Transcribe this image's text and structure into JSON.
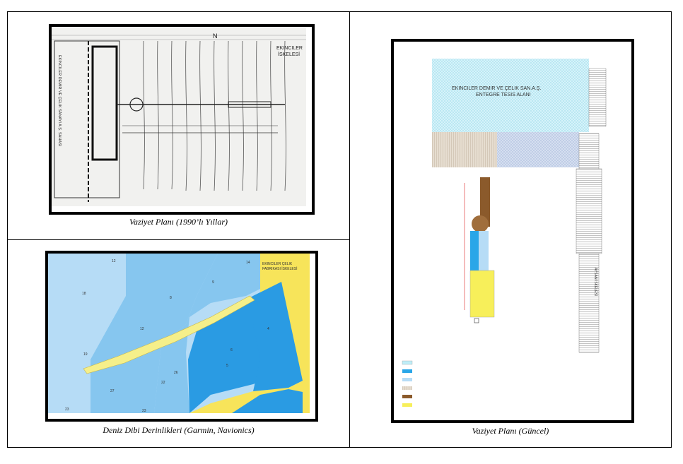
{
  "captions": {
    "old_plan": "Vaziyet Planı (1990’lı Yıllar)",
    "depths": "Deniz Dibi Derinlikleri (Garmin, Navionics)",
    "current_plan": "Vaziyet Planı (Güncel)"
  },
  "old_plan": {
    "pier_label_1": "EKINCILER",
    "pier_label_2": "İSKELESİ",
    "company_label": "EKINCILER DEMIR VE ÇELIK SANAYI A.Ş. SAHASI",
    "north_label": "N"
  },
  "depth_chart": {
    "facility_label_1": "EKINCILER ÇELIK",
    "facility_label_2": "FABRIKASI İSKELESİ",
    "soundings": [
      "12",
      "14",
      "18",
      "9",
      "8",
      "12",
      "4",
      "26",
      "6",
      "27",
      "22",
      "19",
      "23",
      "23",
      "5"
    ]
  },
  "current_plan": {
    "area_label_1": "EKINCILER DEMIR VE ÇELIK SAN.A.Ş.",
    "area_label_2": "ENTEGRE TESIS ALANI",
    "neighbor_pier": "AYSAN İSKELESİ"
  },
  "colors": {
    "sea_deep": "#2a9be3",
    "sea_mid": "#86c6ef",
    "sea_shallow": "#b6dcf6",
    "land": "#f7e45a",
    "pier": "#f5ef8a",
    "hatch_cyan": "#bfeef8",
    "hatch_beige": "#d8cbb8",
    "hatch_blue": "#c5d2ea"
  }
}
